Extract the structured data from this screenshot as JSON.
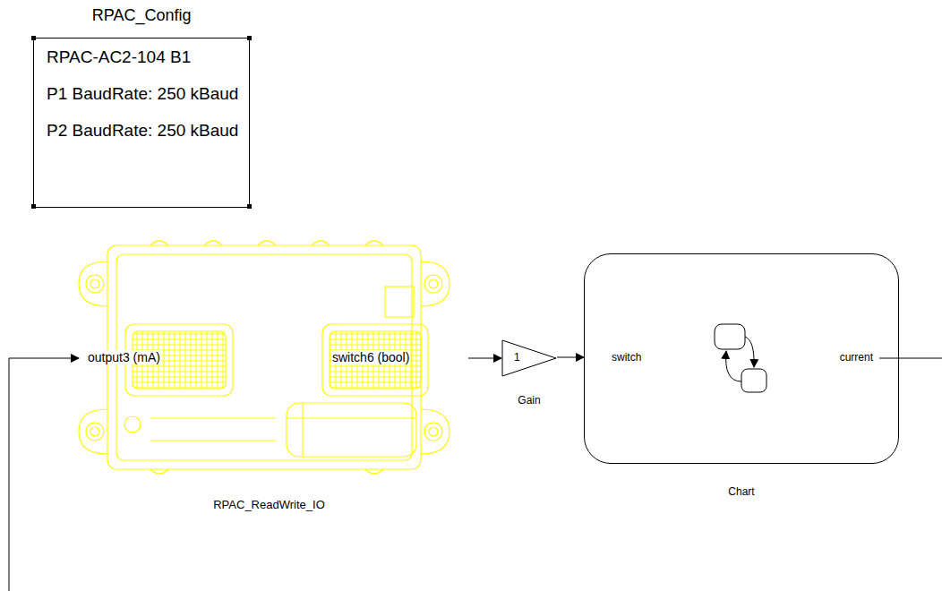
{
  "diagram": {
    "nodes": [
      {
        "text": [
          "RPAC_Config",
          "RPAC-AC2-104 B1",
          "P1 BaudRate: 250 kBaud",
          "P2 BaudRate: 250 kBaud"
        ]
      },
      {
        "text": [
          "output3 (mA)",
          "switch6 (bool)",
          "RPAC_ReadWrite_IO"
        ]
      },
      {
        "text": [
          "1",
          "Gain"
        ]
      },
      {
        "text": [
          "switch",
          "current",
          "Chart"
        ]
      }
    ],
    "edges": [
      {
        "from": 1,
        "to": 2,
        "arrow": "to"
      },
      {
        "from": 2,
        "to": 3,
        "arrow": "to"
      }
    ]
  }
}
